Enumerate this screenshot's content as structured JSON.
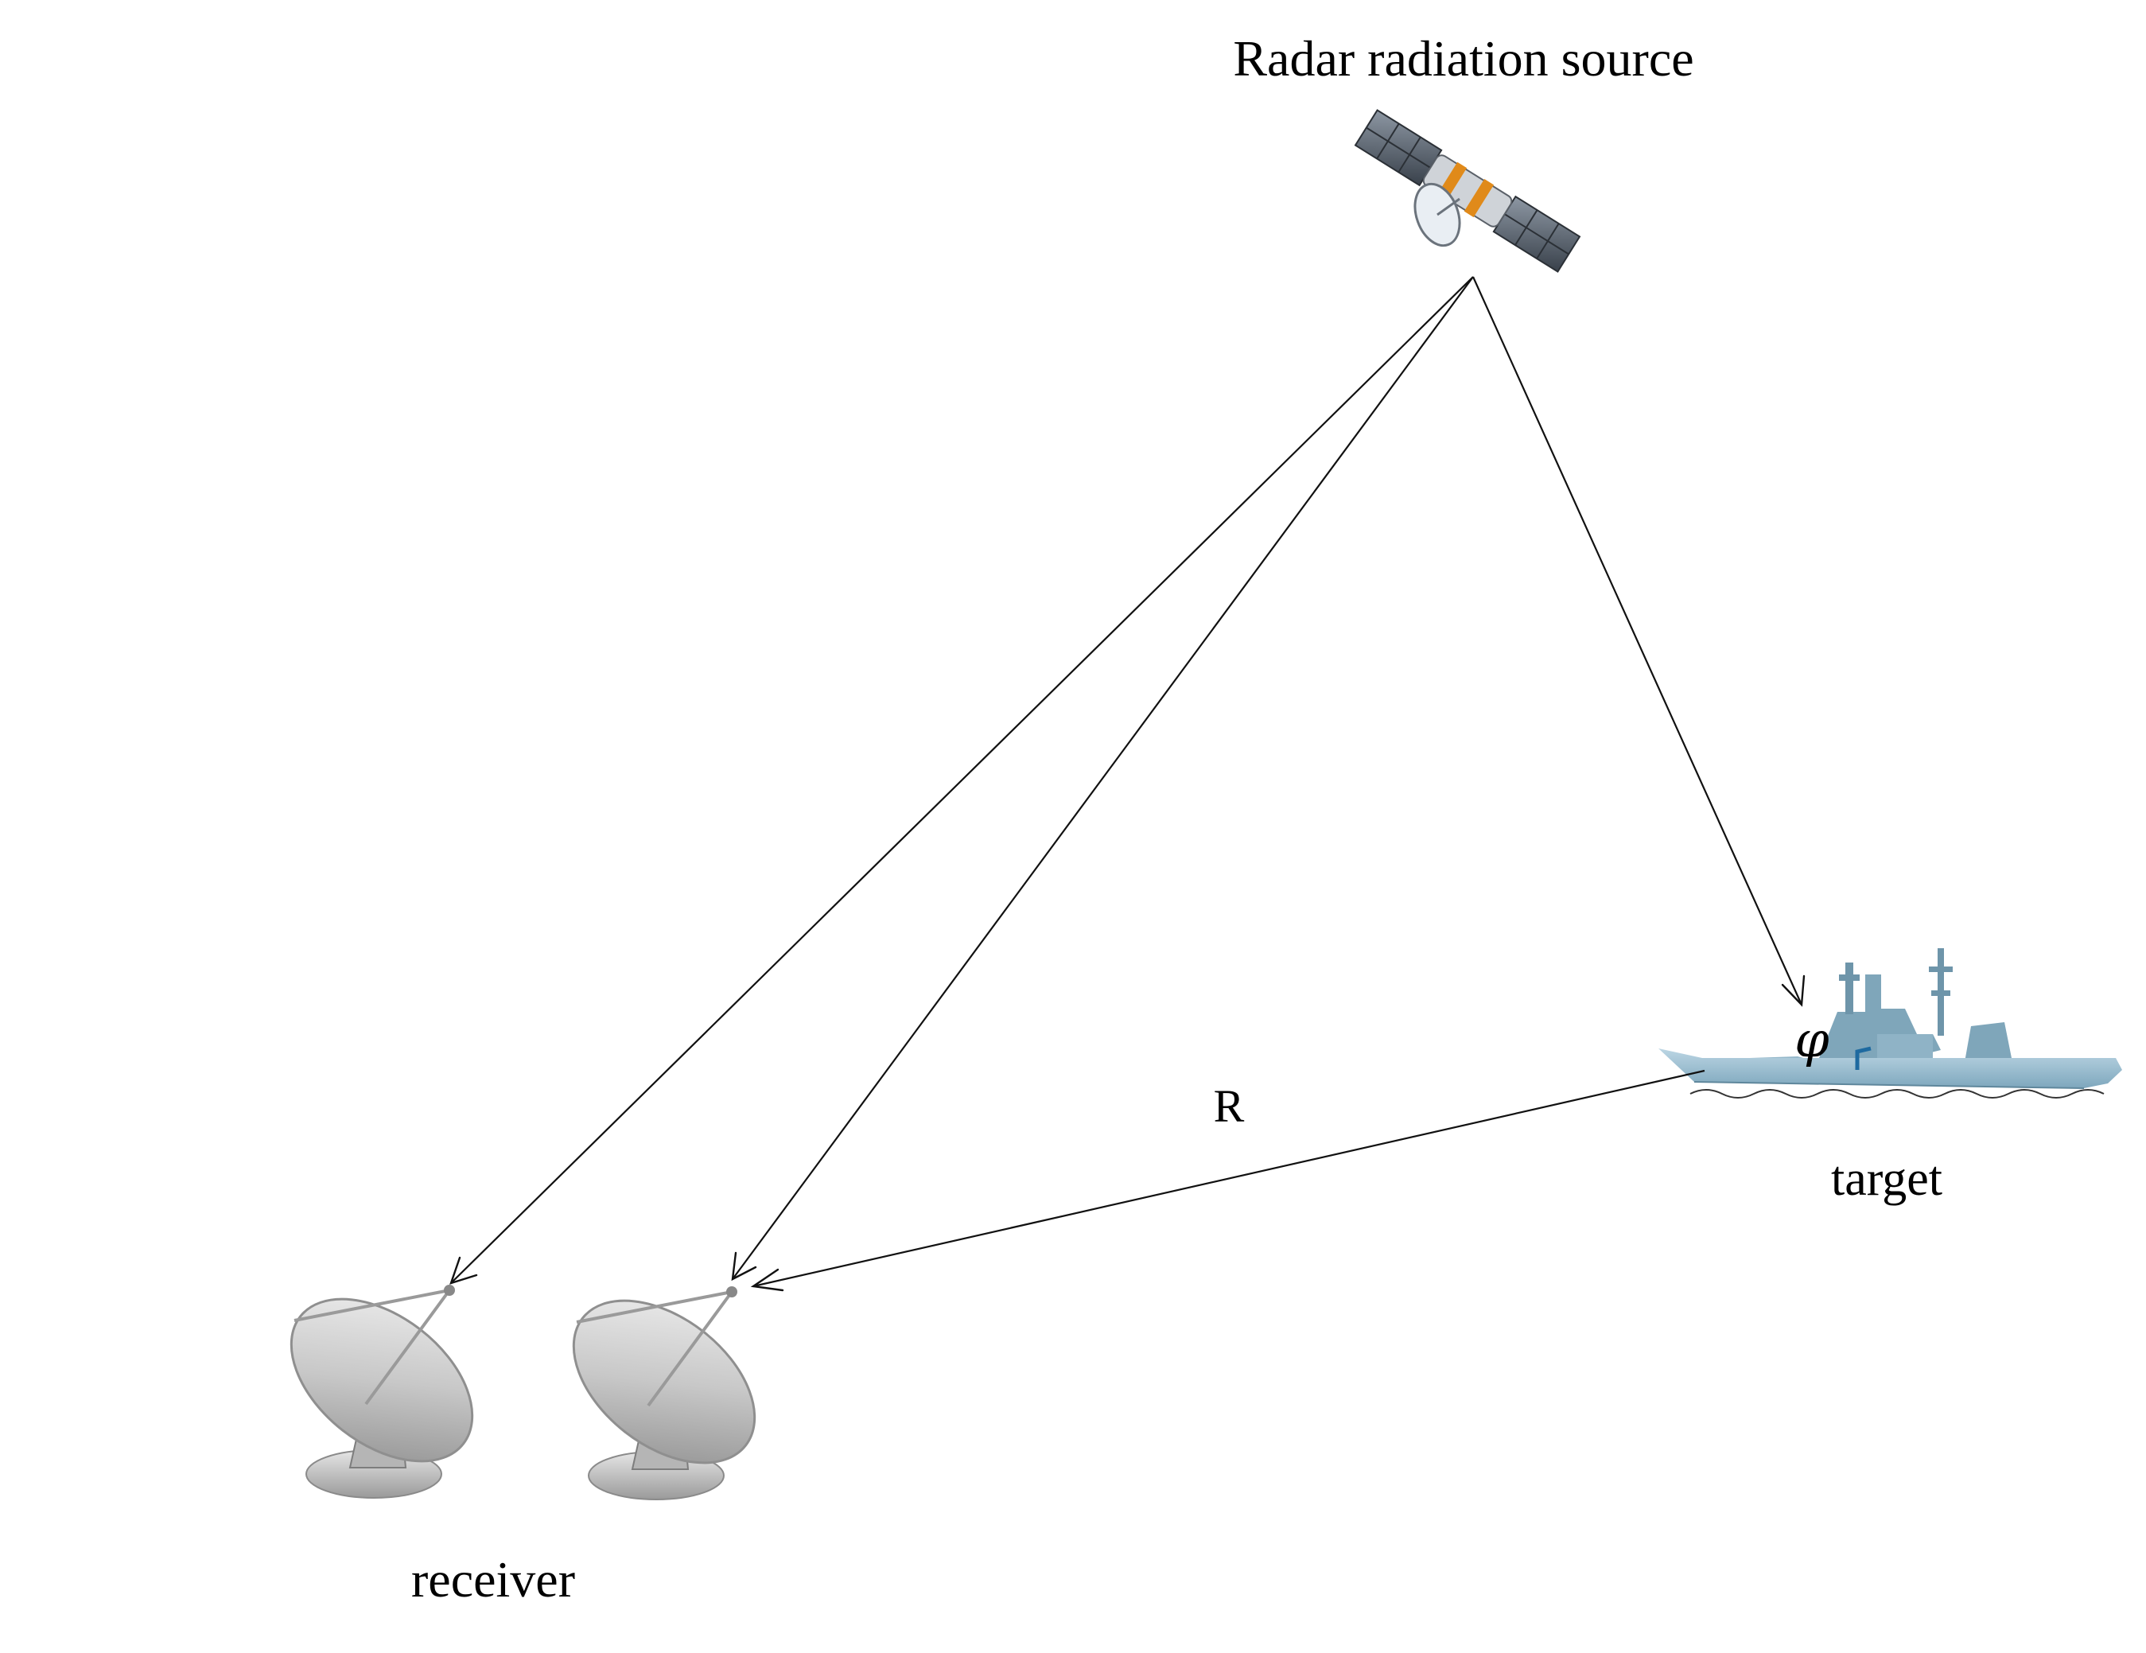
{
  "labels": {
    "source": "Radar radiation source",
    "target": "target",
    "receiver": "receiver",
    "range": "R",
    "angle": "φ"
  },
  "colors": {
    "line": "#111111",
    "ship_hull": "#9cc0d4",
    "ship_super": "#7fa6ba",
    "ship_accent": "#1e6aa0",
    "dish": "#bdbdbd",
    "satellite_panel": "#5b6470",
    "satellite_band": "#e08a1a"
  },
  "icons": {
    "source": "satellite-icon",
    "target": "ship-icon",
    "receiver": "radar-dish-icon"
  }
}
